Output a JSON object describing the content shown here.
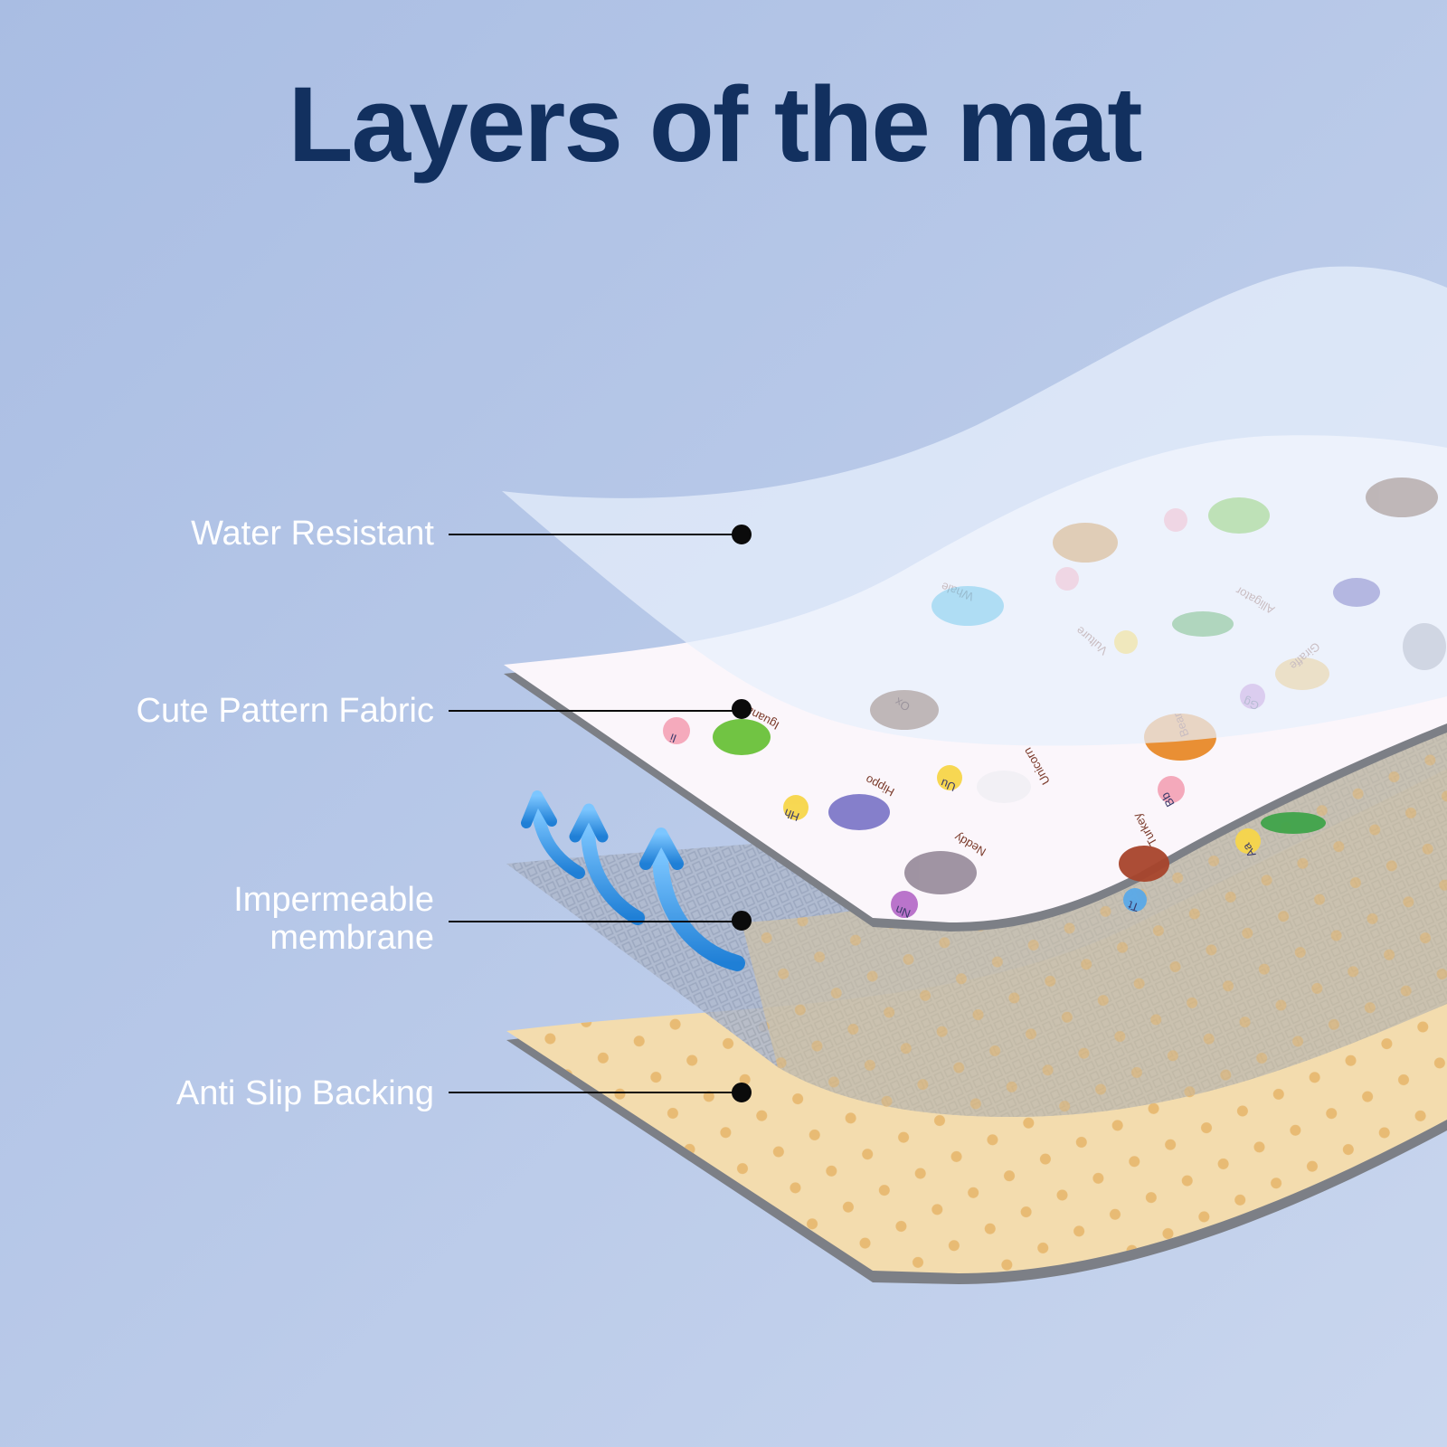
{
  "title": "Layers of the mat",
  "layers": [
    {
      "label_lines": [
        "Water Resistant"
      ]
    },
    {
      "label_lines": [
        "Cute Pattern Fabric"
      ]
    },
    {
      "label_lines": [
        "Impermeable",
        "membrane"
      ]
    },
    {
      "label_lines": [
        "Anti Slip Backing"
      ]
    }
  ],
  "pattern_words": [
    "Iguana",
    "Hippo",
    "Unicorn",
    "Bear",
    "Giraffe",
    "Turkey",
    "Neddy",
    "Whale",
    "Vulture",
    "Alligator",
    "Ox",
    "Bb",
    "Aa",
    "Ii",
    "Hh",
    "Uu",
    "Gg",
    "Nn",
    "Tt"
  ],
  "colors": {
    "title": "#12305f",
    "water_layer": "#e8f0fc",
    "fabric_layer": "#fbf6fb",
    "membrane_layer": "#b4bed2",
    "backing_layer": "#f3dcae",
    "backing_dots": "#e6b56a",
    "arrows": "#3a9be8"
  }
}
